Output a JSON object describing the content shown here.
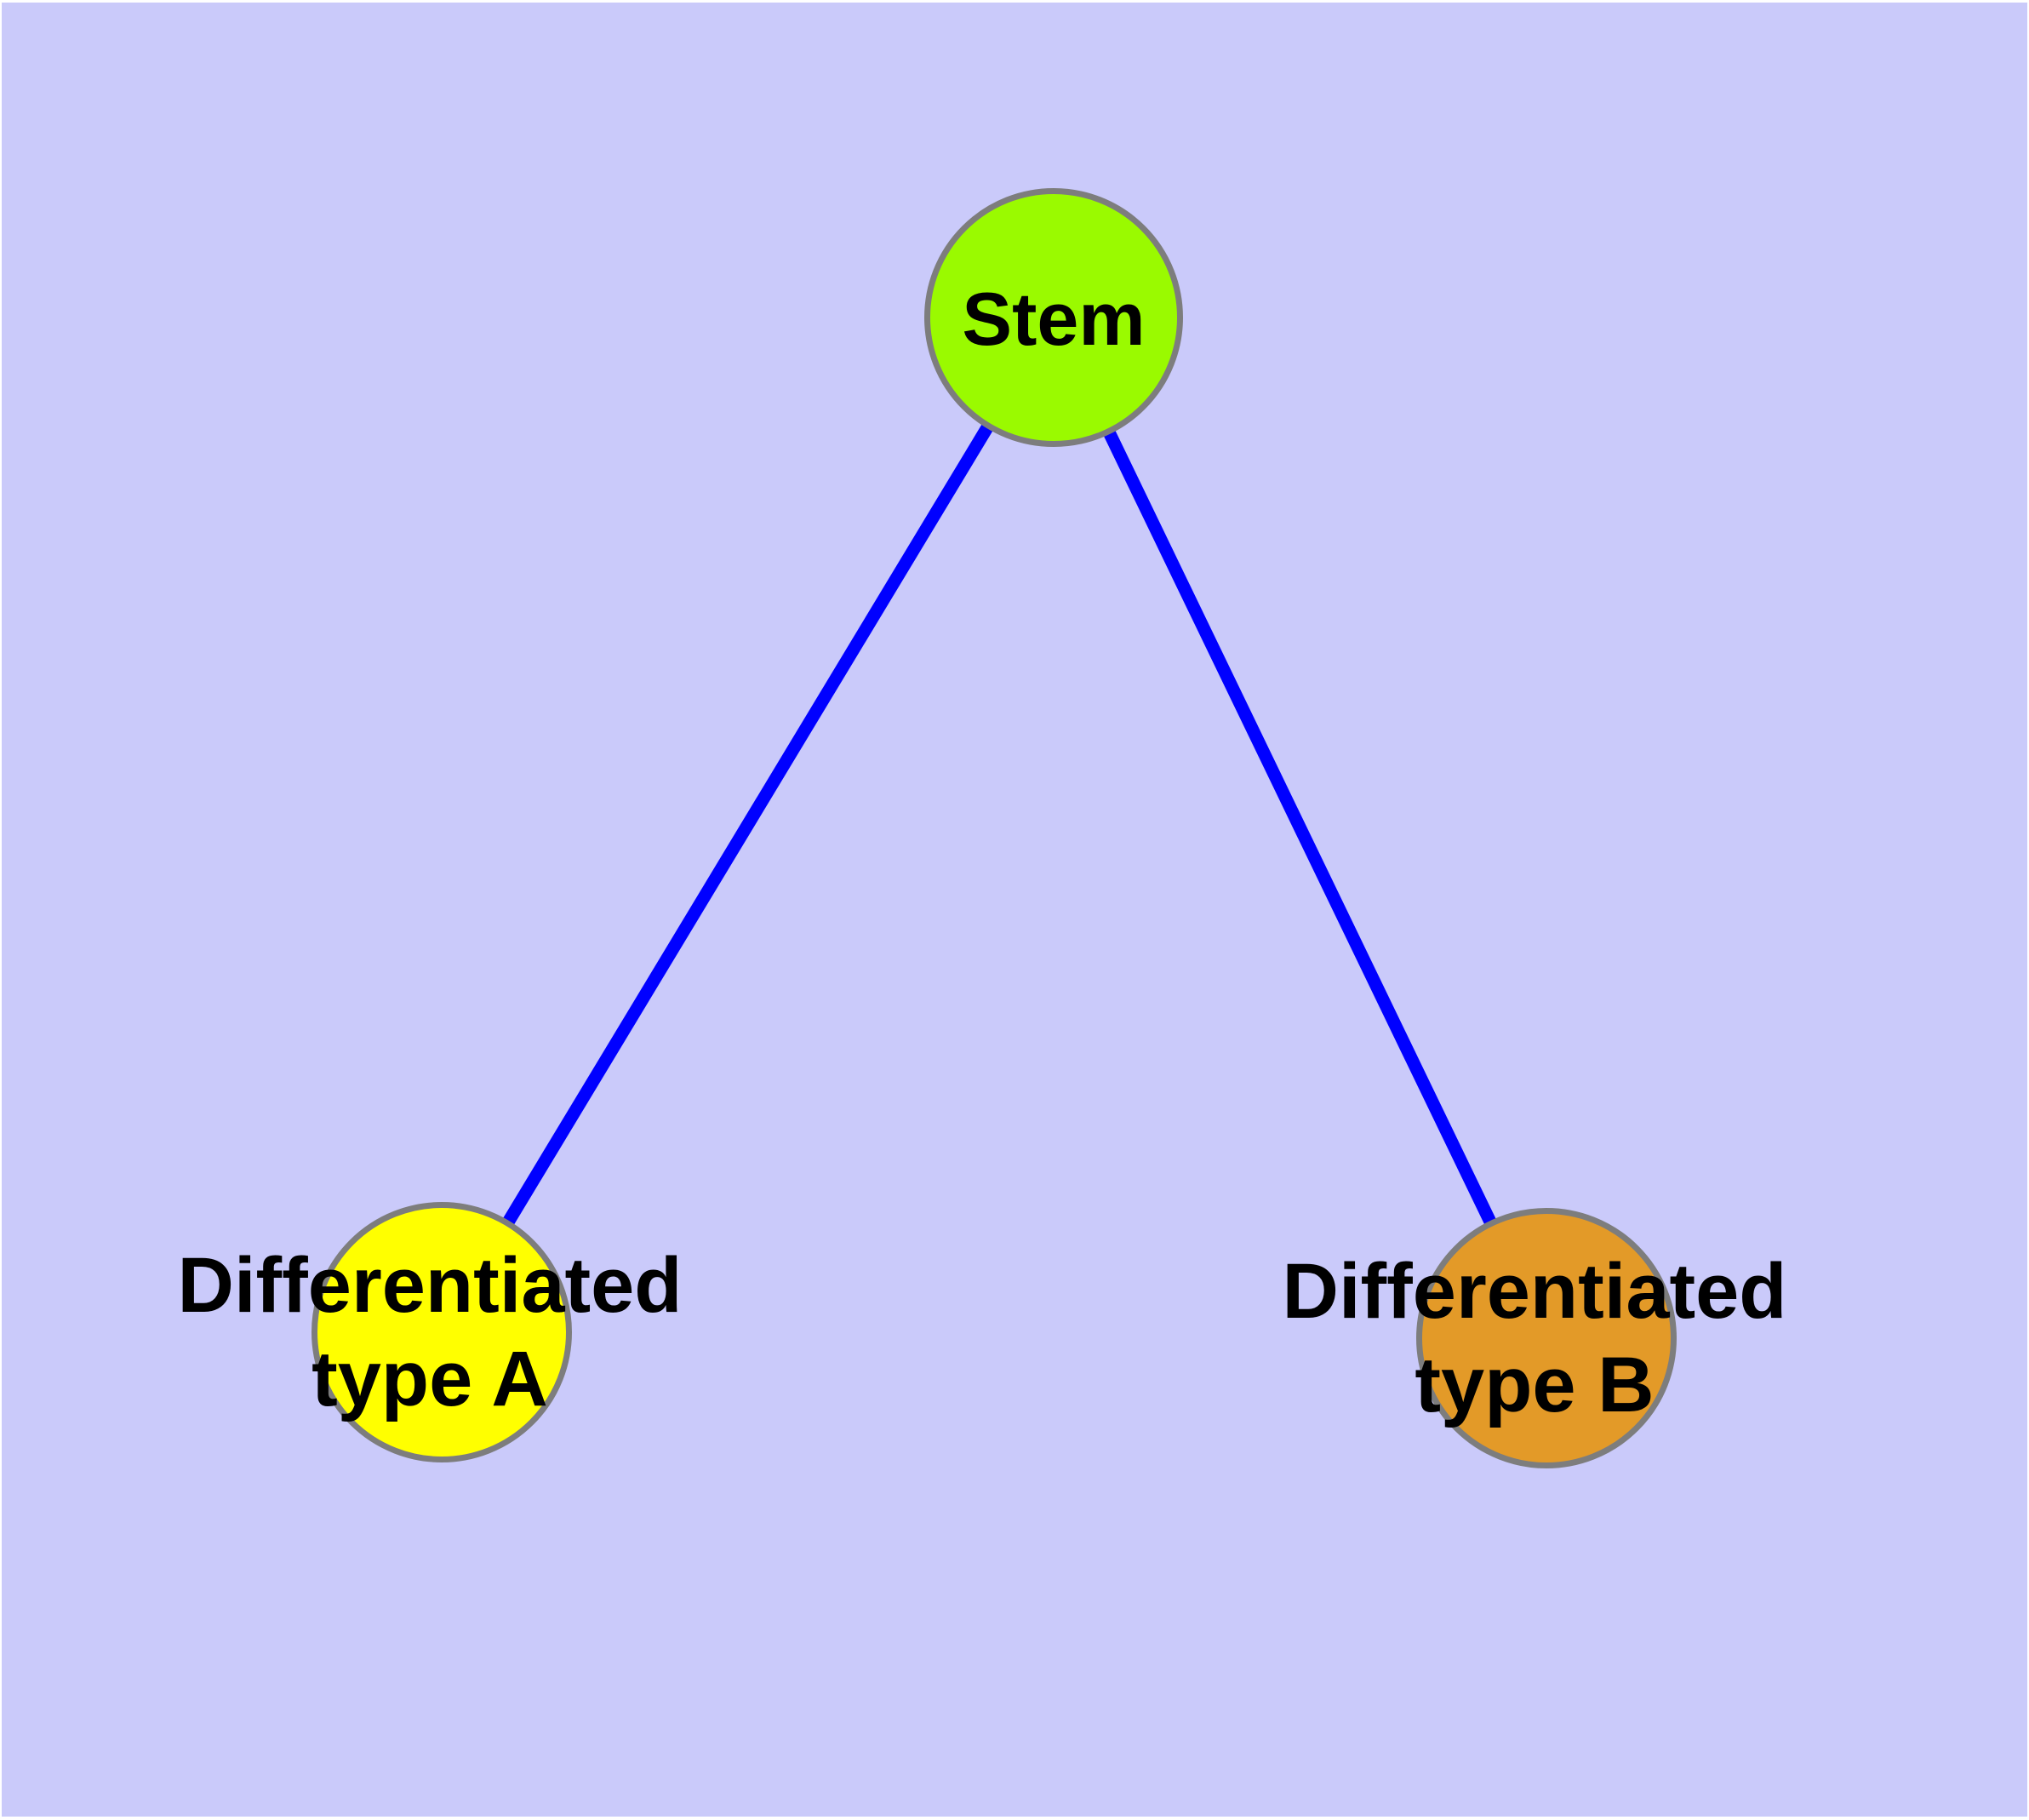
{
  "diagram": {
    "background_color": "#CACAFA",
    "edge_color": "#0000FF",
    "node_border_color": "#7D7D7D",
    "label_color": "#000000",
    "nodes": [
      {
        "id": "stem",
        "label": "Stem",
        "fill_color": "#9AFA00"
      },
      {
        "id": "differentiated-type-a",
        "label_line1": "Differentiated",
        "label_line2": "type A",
        "fill_color": "#FFFF00"
      },
      {
        "id": "differentiated-type-b",
        "label_line1": "Differentiated",
        "label_line2": "type B",
        "fill_color": "#E39A28"
      }
    ],
    "edges": [
      {
        "from": "stem",
        "to": "differentiated-type-a"
      },
      {
        "from": "stem",
        "to": "differentiated-type-b"
      }
    ]
  }
}
